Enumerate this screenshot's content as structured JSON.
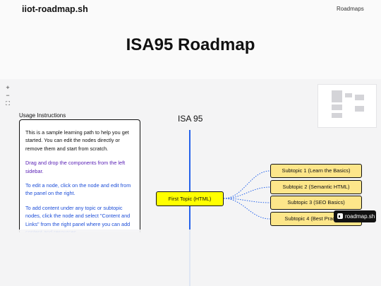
{
  "header": {
    "site_name": "iiot-roadmap.sh",
    "nav_roadmaps": "Roadmaps"
  },
  "page": {
    "title": "ISA95 Roadmap"
  },
  "zoom_controls": {
    "zoom_in": "+",
    "zoom_out": "−",
    "fit_view": "⛶"
  },
  "instructions": {
    "title": "Usage Instructions",
    "paragraphs": [
      "This is a sample learning path to help you get started. You can edit the nodes directly or remove them and start from scratch.",
      "Drag and drop the components from the left sidebar.",
      "To edit a node, click on the node and edit from the panel on the right.",
      "To add content under any topic or subtopic nodes, click the node and select \"Content and Links\" from the right panel where you can add content and resources."
    ]
  },
  "roadmap": {
    "heading": "ISA 95",
    "topic": "First Topic (HTML)",
    "subtopics": [
      "Subtopic 1 (Learn the Basics)",
      "Subtopic 2 (Semantic HTML)",
      "Subtopic 3 (SEO Basics)",
      "Subtopic 4 (Best Practices)"
    ]
  },
  "badge": {
    "label": "roadmap.sh"
  },
  "colors": {
    "topic_fill": "#ffff00",
    "subtopic_fill": "#fde68a",
    "spine": "#2563eb",
    "link": "#2563eb"
  }
}
